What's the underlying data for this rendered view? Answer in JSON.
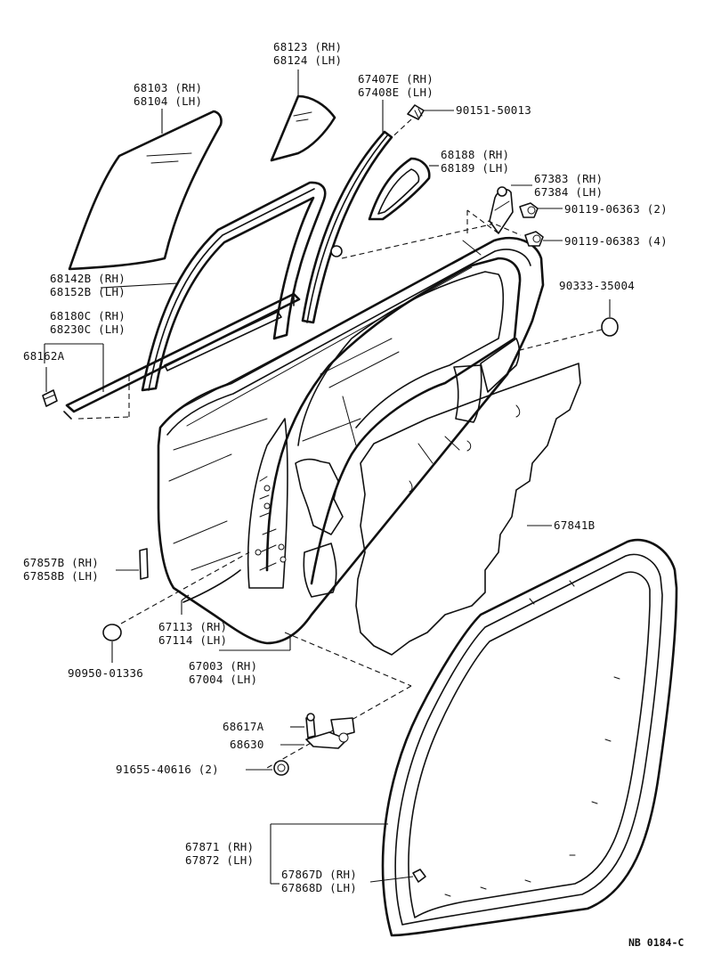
{
  "diagram": {
    "code": "NB 0184-C",
    "labels": [
      {
        "id": "68103",
        "lines": [
          "68103 (RH)",
          "68104 (LH)"
        ]
      },
      {
        "id": "68123",
        "lines": [
          "68123 (RH)",
          "68124 (LH)"
        ]
      },
      {
        "id": "67407e",
        "lines": [
          "67407E (RH)",
          "67408E (LH)"
        ]
      },
      {
        "id": "90151",
        "lines": [
          "90151-50013"
        ]
      },
      {
        "id": "68188",
        "lines": [
          "68188 (RH)",
          "68189 (LH)"
        ]
      },
      {
        "id": "67383",
        "lines": [
          "67383 (RH)",
          "67384 (LH)"
        ]
      },
      {
        "id": "90119a",
        "lines": [
          "90119-06363 (2)"
        ]
      },
      {
        "id": "90119b",
        "lines": [
          "90119-06383 (4)"
        ]
      },
      {
        "id": "90333",
        "lines": [
          "90333-35004"
        ]
      },
      {
        "id": "68142b",
        "lines": [
          "68142B (RH)",
          "68152B (LH)"
        ]
      },
      {
        "id": "68180c",
        "lines": [
          "68180C (RH)",
          "68230C (LH)"
        ]
      },
      {
        "id": "68162a",
        "lines": [
          "68162A"
        ]
      },
      {
        "id": "67841b",
        "lines": [
          "67841B"
        ]
      },
      {
        "id": "67857b",
        "lines": [
          "67857B (RH)",
          "67858B (LH)"
        ]
      },
      {
        "id": "67113",
        "lines": [
          "67113 (RH)",
          "67114 (LH)"
        ]
      },
      {
        "id": "67003",
        "lines": [
          "67003 (RH)",
          "67004 (LH)"
        ]
      },
      {
        "id": "90950",
        "lines": [
          "90950-01336"
        ]
      },
      {
        "id": "68617a",
        "lines": [
          "68617A"
        ]
      },
      {
        "id": "68630",
        "lines": [
          "68630"
        ]
      },
      {
        "id": "91655",
        "lines": [
          "91655-40616 (2)"
        ]
      },
      {
        "id": "67871",
        "lines": [
          "67871 (RH)",
          "67872 (LH)"
        ]
      },
      {
        "id": "67867d",
        "lines": [
          "67867D (RH)",
          "67868D (LH)"
        ]
      }
    ]
  }
}
